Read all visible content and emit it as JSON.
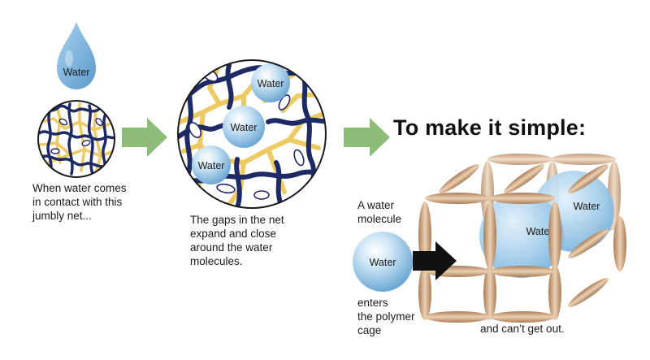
{
  "heading": "To make it simple:",
  "drop_label": "Water",
  "net_small_caption": "When water comes\nin contact with this\njumbly net...",
  "net_large_caption": "The gaps in the net\nexpand and close\naround the water\nmolecules.",
  "net_large_labels": [
    "Water",
    "Water",
    "Water"
  ],
  "molecule_caption": "A water\nmolecule",
  "molecule_label": "Water",
  "enters_caption": "enters\nthe polymer\ncage",
  "cage_labels": [
    "Water",
    "Water"
  ],
  "end_caption": "and can’t get out.",
  "colors": {
    "water": "#7fb6de",
    "water_light": "#d9ecf8",
    "net_blue": "#1e2a66",
    "net_yellow": "#eecb62",
    "arrow_green": "#8dbb78",
    "cage": "#c99f7a",
    "cage_light": "#e7c9a9"
  }
}
